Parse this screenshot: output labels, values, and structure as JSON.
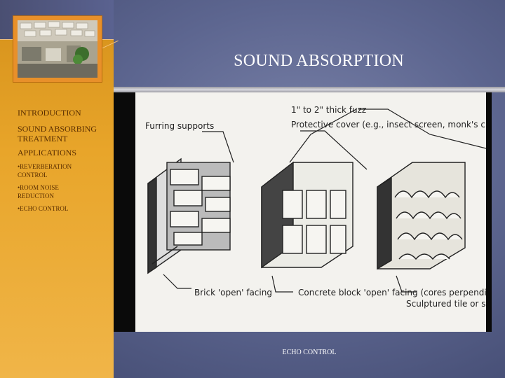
{
  "slide": {
    "title": "SOUND ABSORPTION",
    "caption": "ECHO CONTROL"
  },
  "menu": {
    "items": [
      {
        "label": "INTRODUCTION"
      },
      {
        "label": "SOUND ABSORBING TREATMENT"
      },
      {
        "label": "APPLICATIONS"
      },
      {
        "label": "•REVERBERATION CONTROL"
      },
      {
        "label": "•ROOM NOISE REDUCTION"
      },
      {
        "label": "•ECHO CONTROL"
      }
    ]
  },
  "diagram": {
    "labels": {
      "thick_fuzz": "1\" to 2\" thick fuzz",
      "furring": "Furring supports",
      "protective": "Protective cover (e.g., insect screen, monk's cloth, burlap)",
      "brick": "Brick 'open' facing",
      "concrete": "Concrete block 'open' facing (cores perpendicular to fuzz)",
      "sculptured": "Sculptured tile or screen block facing"
    }
  },
  "colors": {
    "sidebar": "#e8a52a",
    "background": "#5d6690",
    "menu_text": "#5a2e00",
    "title_text": "#ffffff"
  }
}
